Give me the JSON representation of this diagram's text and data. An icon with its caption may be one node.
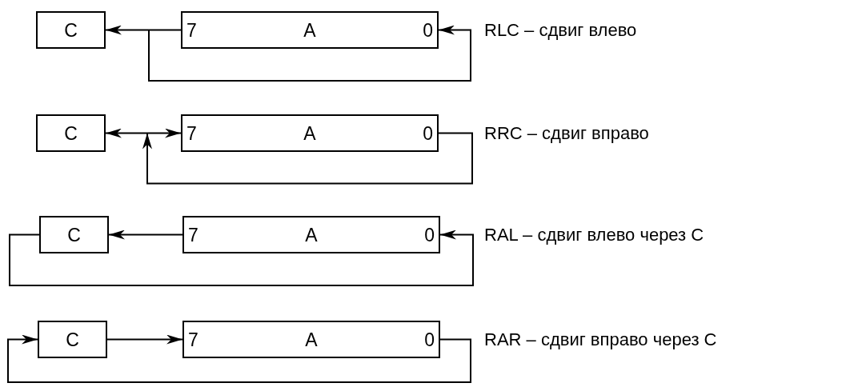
{
  "diagram": {
    "nodes": [
      {
        "text": [
          "C"
        ]
      },
      {
        "text": [
          "7",
          "A",
          "0"
        ]
      },
      {
        "text": [
          "C"
        ]
      },
      {
        "text": [
          "7",
          "A",
          "0"
        ]
      },
      {
        "text": [
          "C"
        ]
      },
      {
        "text": [
          "7",
          "A",
          "0"
        ]
      },
      {
        "text": [
          "C"
        ]
      },
      {
        "text": [
          "7",
          "A",
          "0"
        ]
      }
    ],
    "edges": [
      {
        "from": 1,
        "to": 0,
        "arrow": "to"
      },
      {
        "from": 1,
        "to": 1,
        "arrow": "to"
      },
      {
        "from": 3,
        "to": 2,
        "arrow": "to"
      },
      {
        "from": 3,
        "to": 3,
        "arrow": "to"
      },
      {
        "from": 5,
        "to": 4,
        "arrow": "to"
      },
      {
        "from": 4,
        "to": 5,
        "arrow": "to"
      },
      {
        "from": 6,
        "to": 7,
        "arrow": "to"
      },
      {
        "from": 7,
        "to": 6,
        "arrow": "to"
      }
    ],
    "labels": [
      "RLC – сдвиг влево",
      "RRC – сдвиг вправо",
      "RAL – сдвиг влево через C",
      "RAR – сдвиг вправо через C"
    ]
  }
}
